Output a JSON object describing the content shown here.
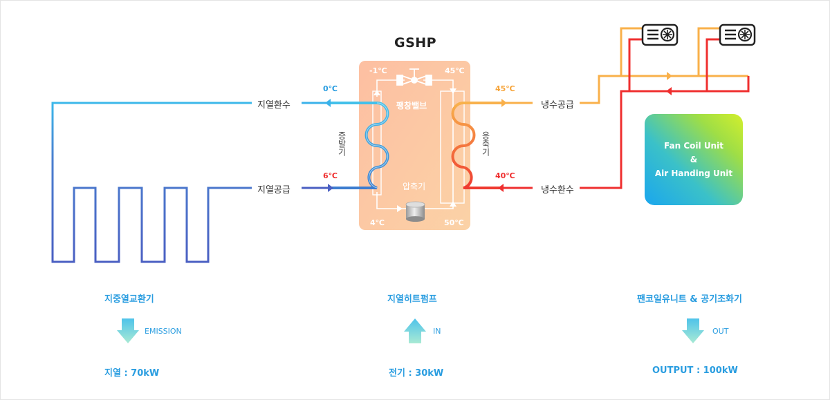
{
  "gshp_title": "GSHP",
  "labels": {
    "ground_return": "지열환수",
    "ground_supply": "지열공급",
    "cool_supply": "냉수공급",
    "cool_return": "냉수환수",
    "evaporator": "증발기",
    "condenser": "응축기",
    "expansion_valve": "팽창밸브",
    "compressor": "압축기"
  },
  "temps": {
    "in_top": "0℃",
    "in_bottom": "6℃",
    "out_top": "45℃",
    "out_bottom": "40℃",
    "box_tl": "-1℃",
    "box_tr": "45℃",
    "box_bl": "4℃",
    "box_br": "50℃"
  },
  "fcu_box": {
    "line1": "Fan Coil Unit",
    "line2": "&",
    "line3": "Air Handing Unit"
  },
  "sections": [
    {
      "title": "지중열교환기",
      "arrow_label": "EMISSION",
      "value": "지열 : 70kW"
    },
    {
      "title": "지열히트펌프",
      "arrow_label": "IN",
      "value": "전기 : 30kW"
    },
    {
      "title": "팬코일유니트 & 공기조화기",
      "arrow_label": "OUT",
      "value": "OUTPUT : 100kW"
    }
  ],
  "colors": {
    "cold_line": "#3ab2ea",
    "ground_line": "#4a6ac6",
    "warm_line": "#f9b04a",
    "hot_line": "#ef2f2f",
    "gshp_box": "#fcc7a2",
    "accent": "#2a9de0"
  }
}
